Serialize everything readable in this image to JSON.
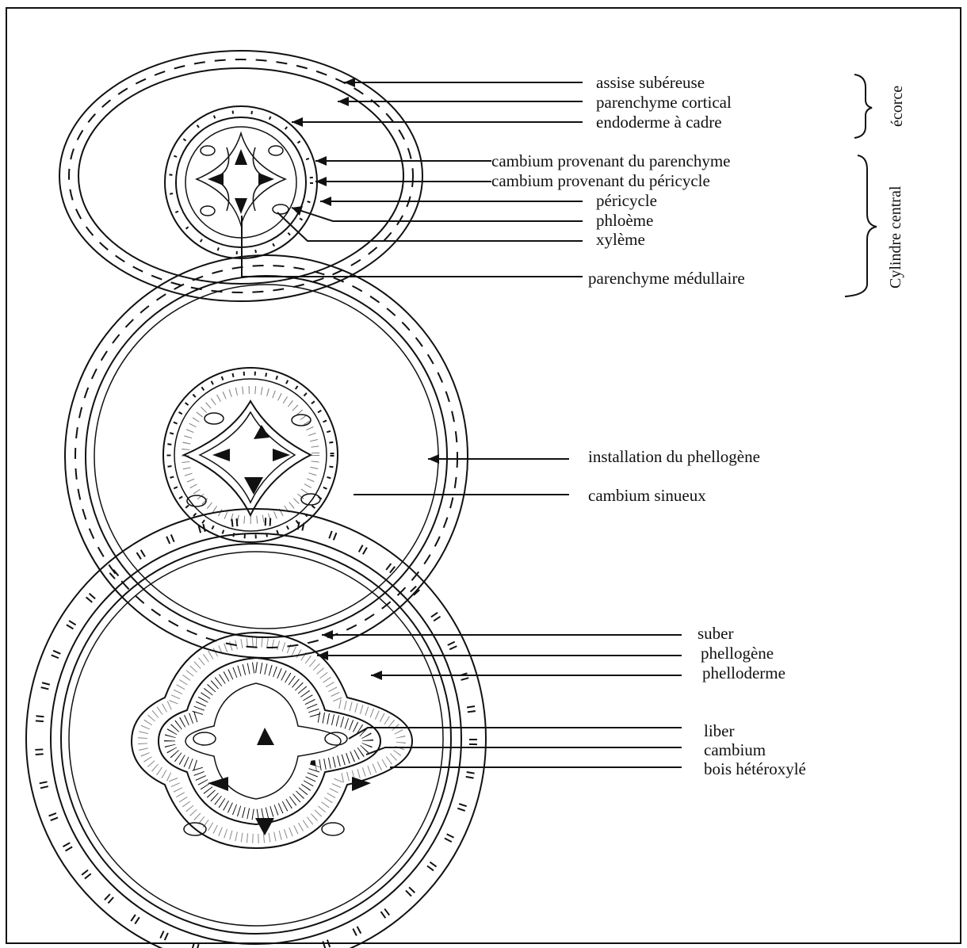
{
  "colors": {
    "ink": "#111111",
    "background": "#ffffff"
  },
  "stage1": {
    "labels": [
      "assise subéreuse",
      "parenchyme cortical",
      "endoderme à cadre",
      "cambium provenant du parenchyme",
      "cambium provenant du péricycle",
      "péricycle",
      "phloème",
      "xylème",
      "parenchyme médullaire"
    ],
    "groups": {
      "cortex": "écorce",
      "central": "Cylindre central"
    }
  },
  "stage2": {
    "labels": [
      "installation du phellogène",
      "cambium sinueux"
    ]
  },
  "stage3": {
    "labels": [
      "suber",
      "phellogène",
      "phelloderme",
      "liber",
      "cambium",
      "bois hétéroxylé"
    ]
  }
}
